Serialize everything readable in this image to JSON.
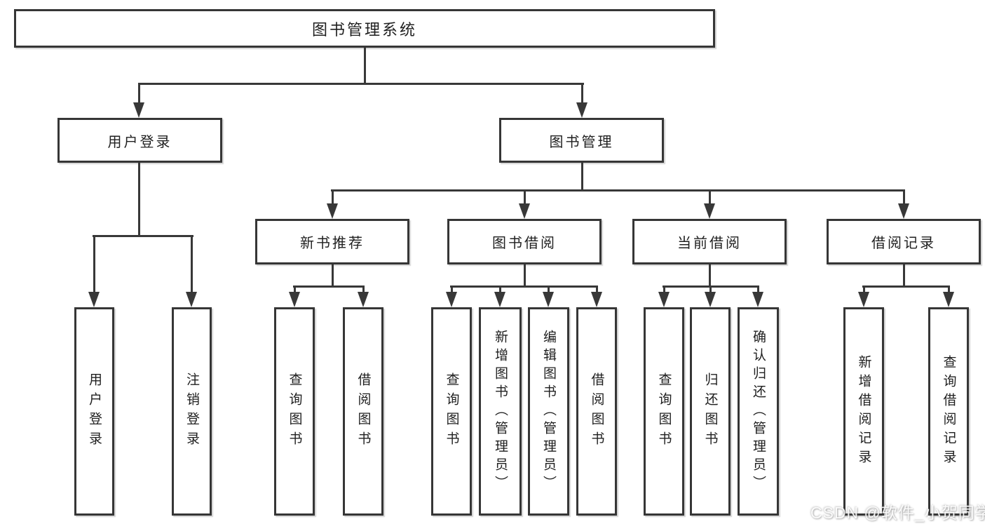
{
  "diagram_title": "图书管理系统",
  "colors": {
    "line": "#383838",
    "box_border": "#363636",
    "box_background": "#ffffff",
    "text": "#1f1f1f"
  },
  "tree": {
    "label": "图书管理系统",
    "children": [
      {
        "label": "用户登录",
        "children": [
          {
            "label": "用户登录"
          },
          {
            "label": "注销登录"
          }
        ]
      },
      {
        "label": "图书管理",
        "children": [
          {
            "label": "新书推荐",
            "children": [
              {
                "label": "查询图书"
              },
              {
                "label": "借阅图书"
              }
            ]
          },
          {
            "label": "图书借阅",
            "children": [
              {
                "label": "查询图书"
              },
              {
                "label": "新增图书（管理员）"
              },
              {
                "label": "编辑图书（管理员）"
              },
              {
                "label": "借阅图书"
              }
            ]
          },
          {
            "label": "当前借阅",
            "children": [
              {
                "label": "查询图书"
              },
              {
                "label": "归还图书"
              },
              {
                "label": "确认归还（管理员）"
              }
            ]
          },
          {
            "label": "借阅记录",
            "children": [
              {
                "label": "新增借阅记录"
              },
              {
                "label": "查询借阅记录"
              }
            ]
          }
        ]
      }
    ]
  },
  "watermark": {
    "text": "CSDN @软件_小贺同学"
  }
}
